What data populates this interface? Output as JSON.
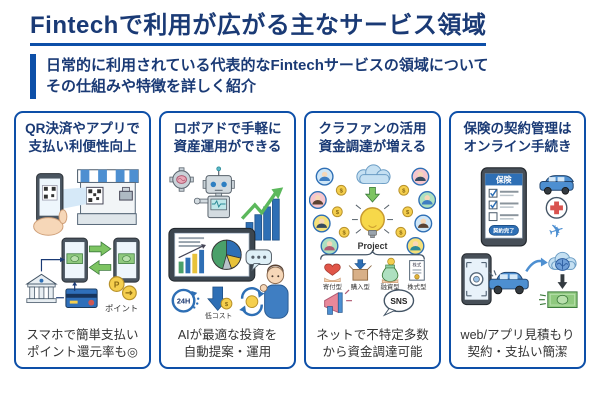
{
  "header": {
    "title": "Fintechで利用が広がる主なサービス領域",
    "subtitle_line1": "日常的に利用されている代表的なFintechサービスの領域について",
    "subtitle_line2": "その仕組みや特徴を詳しく紹介"
  },
  "colors": {
    "title_navy": "#1a3a75",
    "accent_blue": "#0d4fa8",
    "caption_gray": "#333333",
    "green_arrow": "#7dc462",
    "coin_gold": "#f5cf4e"
  },
  "icons": {
    "airplane_glyph": "✈"
  },
  "panels": [
    {
      "id": "qr-payment",
      "header_line1": "QR決済やアプリで",
      "header_line2": "支払い利便性向上",
      "caption_line1": "スマホで簡単支払い",
      "caption_line2": "ポイント還元率も◎",
      "labels": {
        "point_coin": "P",
        "point": "ポイント"
      }
    },
    {
      "id": "robo-advisor",
      "header_line1": "ロボアドで手軽に",
      "header_line2": "資産運用ができる",
      "caption_line1": "AIが最適な投資を",
      "caption_line2": "自動提案・運用",
      "labels": {
        "h24": "24H",
        "low_cost": "低コスト"
      }
    },
    {
      "id": "crowdfunding",
      "header_line1": "クラファンの活用",
      "header_line2": "資金調達が増える",
      "caption_line1": "ネットで不特定多数",
      "caption_line2": "から資金調達可能",
      "labels": {
        "project": "Project",
        "donation": "寄付型",
        "purchase": "購入型",
        "lending": "融資型",
        "equity": "株式型",
        "equity_cert": "株式",
        "sns": "SNS",
        "dollar": "$"
      }
    },
    {
      "id": "insurance",
      "header_line1": "保険の契約管理は",
      "header_line2": "オンライン手続き",
      "caption_line1": "web/アプリ見積もり",
      "caption_line2": "契約・支払い簡潔",
      "labels": {
        "app_title": "保険",
        "contract_button": "契約完了"
      }
    }
  ]
}
